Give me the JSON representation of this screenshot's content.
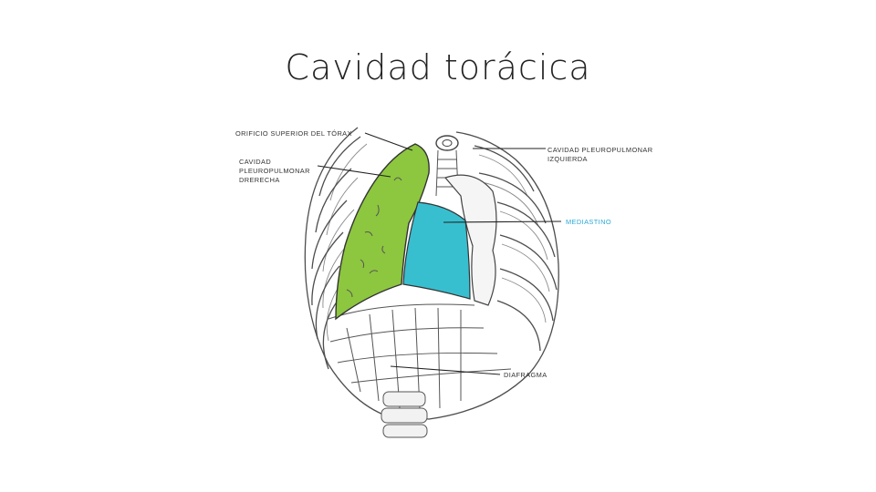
{
  "slide": {
    "title": "Cavidad torácica"
  },
  "diagram": {
    "labels": {
      "superior_aperture": "ORIFICIO SUPERIOR DEL TÓRAX",
      "right_cavity": [
        "CAVIDAD",
        "PLEUROPULMONAR",
        "DRERECHA"
      ],
      "left_cavity": [
        "CAVIDAD PLEUROPULMONAR",
        "IZQUIERDA"
      ],
      "mediastinum": "MEDIASTINO",
      "diaphragm": "DIAFRAGMA"
    },
    "colors": {
      "right_cavity_fill": "#8dc63f",
      "mediastinum_fill": "#38bfcf",
      "mediastinum_label": "#2aa8d6",
      "outline": "#4d4d4d"
    }
  }
}
